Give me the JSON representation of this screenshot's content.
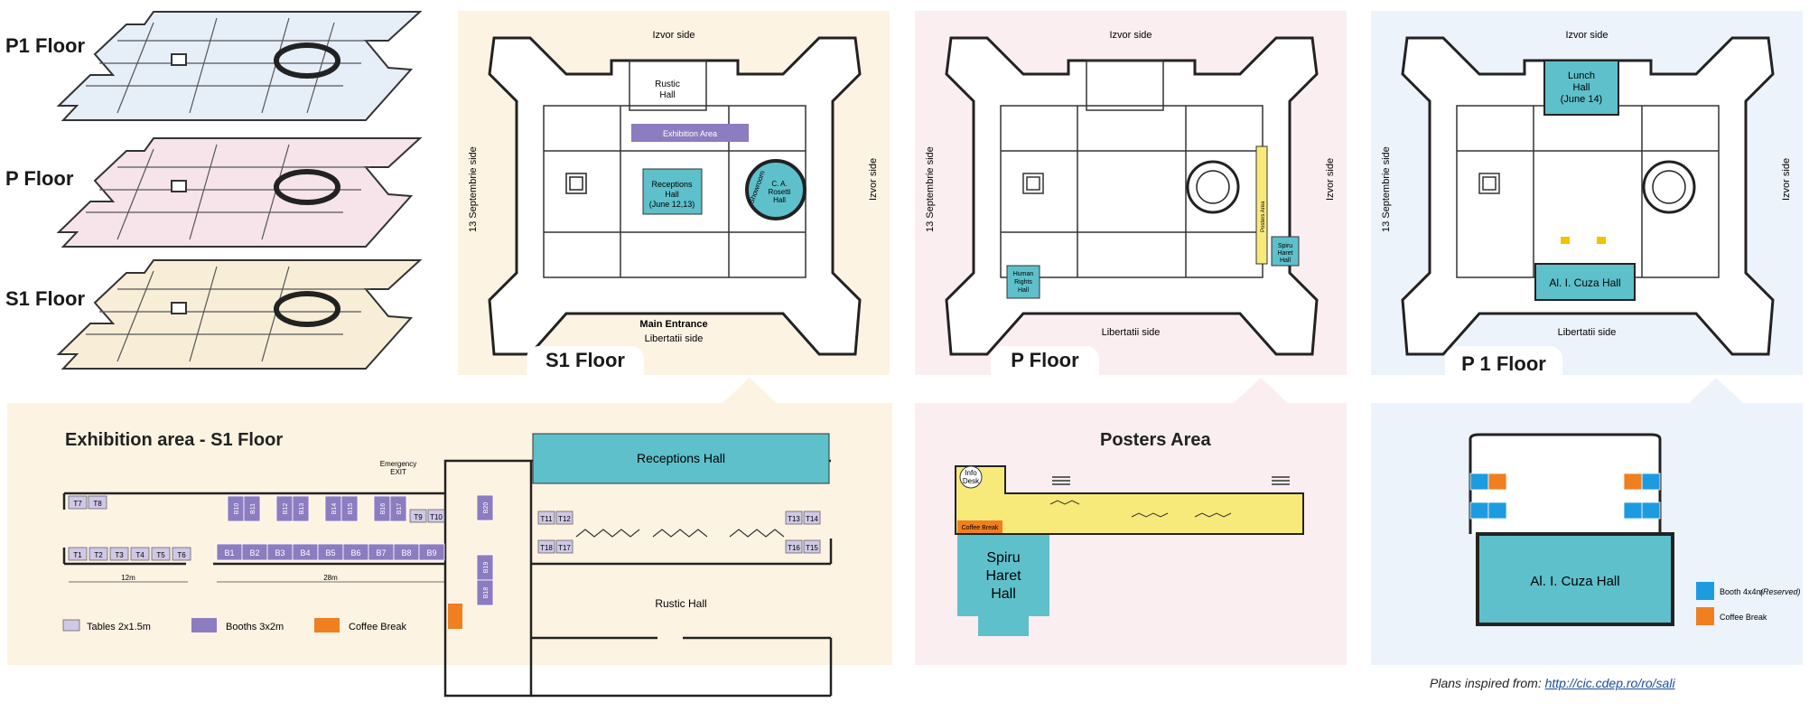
{
  "colors": {
    "s1_bg": "#fdf3e3",
    "p_bg": "#fbeef0",
    "p1_bg": "#edf3fa",
    "teal": "#5ec0cb",
    "purple": "#8c7cc0",
    "lavender": "#cfc8e6",
    "yellow": "#f8ea7a",
    "orange": "#ef7f1f",
    "blue_booth": "#1d9be0"
  },
  "iso": {
    "p1": "P1 Floor",
    "p": "P Floor",
    "s1": "S1 Floor"
  },
  "s1_plan": {
    "top": "Izvor side",
    "left": "13 Septembrie side",
    "right": "Izvor side",
    "bottom_bold": "Main Entrance",
    "bottom": "Libertatii side",
    "rustic": [
      "Rustic",
      "Hall"
    ],
    "exhibition": "Exhibition Area",
    "receptions": [
      "Receptions",
      "Hall",
      "(June 12,13)"
    ],
    "rosetti": [
      "C. A.",
      "Rosetti",
      "Hall"
    ],
    "showroom": "Showroom",
    "tab": "S1 Floor"
  },
  "p_plan": {
    "top": "Izvor side",
    "left": "13 Septembrie side",
    "right": "Izvor side",
    "bottom": "Libertatii side",
    "human": [
      "Human",
      "Rights",
      "Hall"
    ],
    "spiru": [
      "Spiru",
      "Haret",
      "Hall"
    ],
    "posters": "Posters Area",
    "tab": "P Floor"
  },
  "p1_plan": {
    "top": "Izvor side",
    "left": "13 Septembrie side",
    "right": "Izvor side",
    "bottom": "Libertatii side",
    "lunch": [
      "Lunch",
      "Hall",
      "(June 14)"
    ],
    "cuza": "Al. I. Cuza Hall",
    "tab": "P 1 Floor"
  },
  "exhibition": {
    "title": "Exhibition area - S1 Floor",
    "emergency": [
      "Emergency",
      "EXIT"
    ],
    "receptions": "Receptions Hall",
    "rustic": "Rustic Hall",
    "tables_top": [
      "T7",
      "T8"
    ],
    "tables_bottom": [
      "T1",
      "T2",
      "T3",
      "T4",
      "T5",
      "T6"
    ],
    "booths_top": [
      "B10",
      "B11",
      "B12",
      "B13",
      "B14",
      "B15",
      "B16",
      "B17"
    ],
    "t9": "T9",
    "t10": "T10",
    "booths_bottom": [
      "B1",
      "B2",
      "B3",
      "B4",
      "B5",
      "B6",
      "B7",
      "B8",
      "B9"
    ],
    "b20": "B20",
    "b19": "B19",
    "b18": "B18",
    "t11": "T11",
    "t12": "T12",
    "t13": "T13",
    "t14": "T14",
    "t18": "T18",
    "t17": "T17",
    "t16": "T16",
    "t15": "T15",
    "dim1": "12m",
    "dim2": "28m",
    "legend_tables": "Tables 2x1.5m",
    "legend_booths": "Booths 3x2m",
    "legend_coffee": "Coffee Break"
  },
  "posters": {
    "title": "Posters Area",
    "info": [
      "Info",
      "Desk"
    ],
    "coffee": "Coffee Break",
    "spiru": [
      "Spiru",
      "Haret",
      "Hall"
    ]
  },
  "cuza_detail": {
    "hall": "Al. I. Cuza Hall",
    "legend_booth": "Booth 4x4m",
    "legend_reserved": "(Reserved)",
    "legend_coffee": "Coffee Break"
  },
  "credit": {
    "prefix": "Plans inspired from: ",
    "link": "http://cic.cdep.ro/ro/sali"
  }
}
